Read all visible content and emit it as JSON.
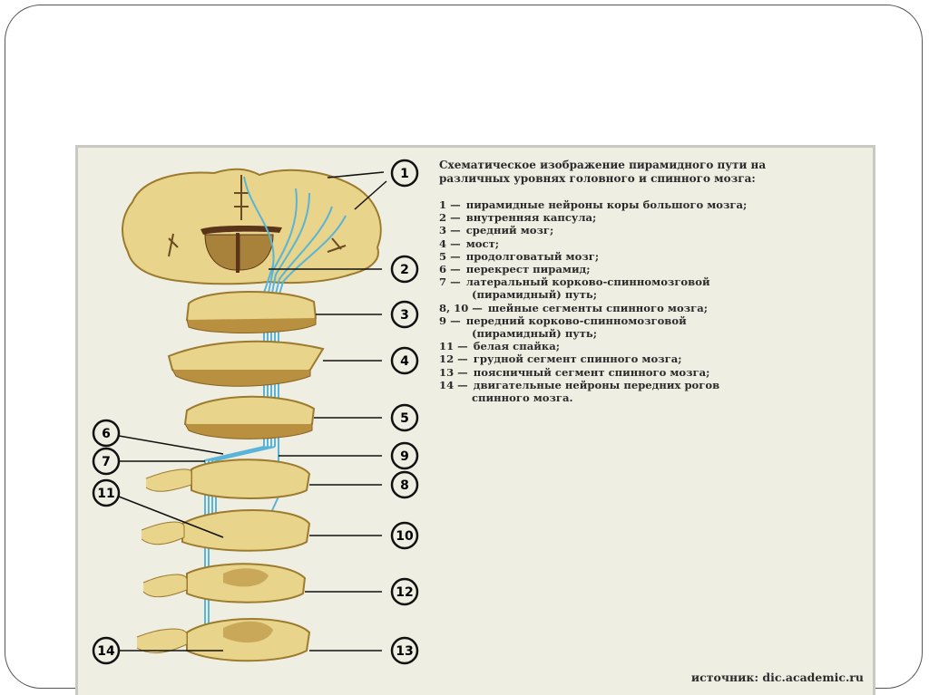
{
  "figure": {
    "title_line1": "Схематическое изображение пирамидного пути на",
    "title_line2": "различных уровнях головного и спинного мозга:",
    "legend": [
      {
        "num": "1 —",
        "text": "пирамидные нейроны коры большого мозга;"
      },
      {
        "num": "2 —",
        "text": "внутренняя капсула;"
      },
      {
        "num": "3 —",
        "text": "средний мозг;"
      },
      {
        "num": "4 —",
        "text": "мост;"
      },
      {
        "num": "5 —",
        "text": "продолговатый мозг;"
      },
      {
        "num": "6 —",
        "text": "перекрест пирамид;"
      },
      {
        "num": "7 —",
        "text": "латеральный корково-спинномозговой",
        "cont": "(пирамидный) путь;"
      },
      {
        "num": "8, 10 —",
        "text": "шейные сегменты спинного мозга;"
      },
      {
        "num": "9 —",
        "text": "передний корково-спинномозговой",
        "cont": "(пирамидный) путь;"
      },
      {
        "num": "11 —",
        "text": "белая спайка;"
      },
      {
        "num": "12 —",
        "text": "грудной сегмент спинного мозга;"
      },
      {
        "num": "13 —",
        "text": "поясничный сегмент спинного мозга;"
      },
      {
        "num": "14 —",
        "text": "двигательные нейроны передних рогов",
        "cont": "спинного мозга."
      }
    ],
    "source": "источник: dic.academic.ru",
    "callouts": {
      "c1": "1",
      "c2": "2",
      "c3": "3",
      "c4": "4",
      "c5": "5",
      "c6": "6",
      "c7": "7",
      "c8": "8",
      "c9": "9",
      "c10": "10",
      "c11": "11",
      "c12": "12",
      "c13": "13",
      "c14": "14"
    },
    "colors": {
      "tissue": "#e8d48a",
      "tissue_edge": "#b08a3a",
      "tract": "#5ab4d8",
      "ventricle": "#5a3418",
      "background": "#efeee3"
    }
  }
}
